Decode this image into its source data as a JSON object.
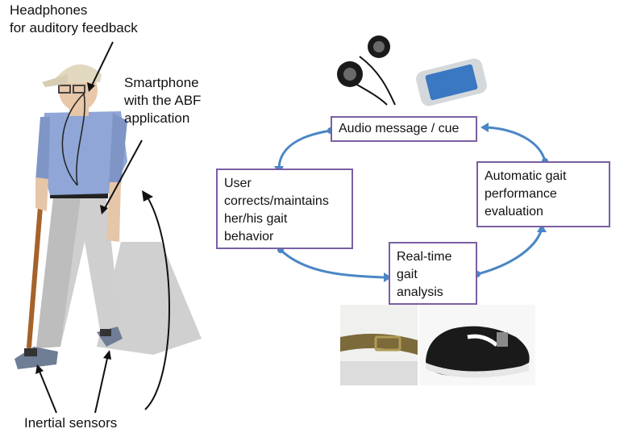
{
  "labels": {
    "headphones": "Headphones\nfor auditory feedback",
    "smartphone": "Smartphone\nwith the ABF\napplication",
    "inertial_sensors": "Inertial sensors"
  },
  "cycle": {
    "audio_message": "Audio message / cue",
    "user_corrects": "User\ncorrects/maintains\nher/his gait\nbehavior",
    "automatic_gait": "Automatic gait\nperformance\nevaluation",
    "realtime": "Real-time\ngait\nanalysis"
  },
  "colors": {
    "box_border": "#7a5fa3",
    "arrow": "#4a86c5",
    "shirt": "#8fa6d6",
    "pants": "#c9c9c9",
    "cap": "#e2d8c0"
  },
  "icons": {
    "earphones": "earphones-icon",
    "smartphone": "smartphone-icon",
    "belt_sensor": "belt-sensor-photo",
    "shoe_sensor": "shoe-sensor-photo",
    "person": "elderly-walker-figure"
  }
}
